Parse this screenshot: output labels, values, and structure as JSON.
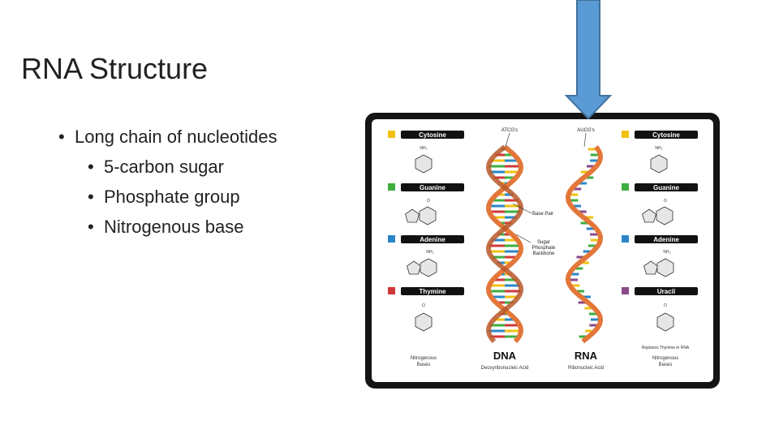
{
  "slide": {
    "title": "RNA Structure",
    "bullets": [
      {
        "level": 1,
        "text": "Long chain of nucleotides"
      },
      {
        "level": 2,
        "text": "5-carbon sugar"
      },
      {
        "level": 2,
        "text": "Phosphate group"
      },
      {
        "level": 2,
        "text": "Nitrogenous base"
      }
    ]
  },
  "figure": {
    "left_bases": [
      {
        "name": "Cytosine",
        "color": "#f2c110",
        "atom": "NH₂"
      },
      {
        "name": "Guanine",
        "color": "#3fae3f",
        "atom": "O"
      },
      {
        "name": "Adenine",
        "color": "#2a86c8",
        "atom": "NH₂"
      },
      {
        "name": "Thymine",
        "color": "#d0383a",
        "atom": "O"
      }
    ],
    "right_bases": [
      {
        "name": "Cytosine",
        "color": "#f2c110",
        "atom": "NH₂"
      },
      {
        "name": "Guanine",
        "color": "#3fae3f",
        "atom": "O"
      },
      {
        "name": "Adenine",
        "color": "#2a86c8",
        "atom": "NH₂"
      },
      {
        "name": "Uracil",
        "color": "#8a4a88",
        "atom": "O"
      }
    ],
    "dna_top_label": "ATCG's",
    "rna_top_label": "AUCG's",
    "base_pair_label": "Base Pair",
    "backbone_label_1": "Sugar",
    "backbone_label_2": "Phosphate",
    "backbone_label_3": "Backbone",
    "dna_title": "DNA",
    "dna_subtitle": "Deoxyribonucleic Acid",
    "rna_title": "RNA",
    "rna_subtitle": "Ribonucleic Acid",
    "left_caption_1": "Nitrogenous",
    "left_caption_2": "Bases",
    "right_caption_1": "Nitrogenous",
    "right_caption_2": "Bases",
    "replaces_note": "Replaces Thymine in RNA",
    "helix_color": "#e3773a",
    "helix_dark": "#b8582a",
    "rung_colors": [
      "#f2c110",
      "#3fae3f",
      "#2a86c8",
      "#d0383a"
    ],
    "rna_rung_colors": [
      "#f2c110",
      "#3fae3f",
      "#2a86c8",
      "#8a4a88"
    ]
  },
  "arrow": {
    "color": "#5b9bd5",
    "stroke": "#41719c"
  }
}
